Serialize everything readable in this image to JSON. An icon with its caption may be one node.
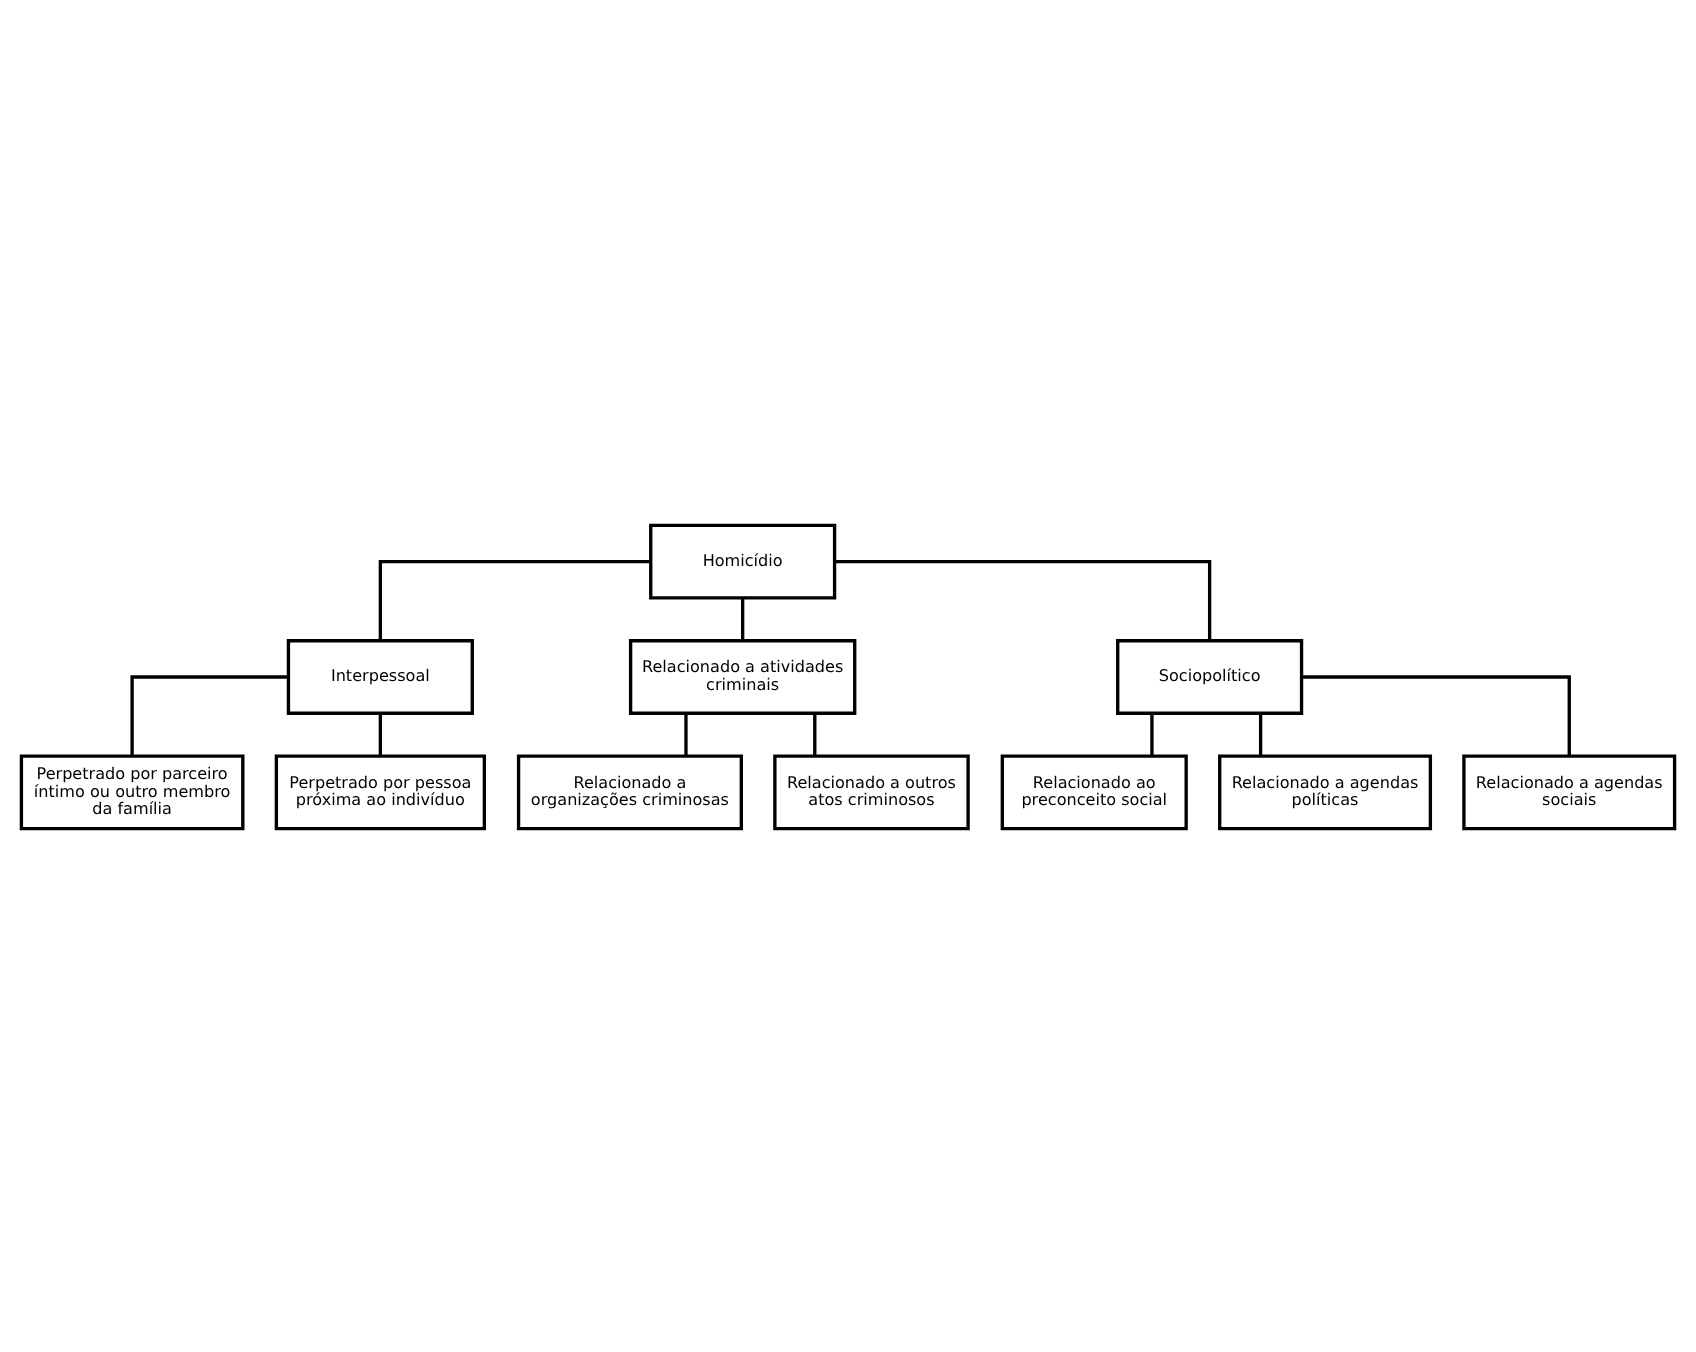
{
  "diagram": {
    "nodes": [
      {
        "text": [
          "Homicídio"
        ]
      },
      {
        "text": [
          "Interpessoal"
        ]
      },
      {
        "text": [
          "Relacionado a atividades criminais"
        ]
      },
      {
        "text": [
          "Sociopolítico"
        ]
      },
      {
        "text": [
          "Perpetrado por parceiro íntimo ou outro membro da família"
        ]
      },
      {
        "text": [
          "Perpetrado por pessoa próxima ao indivíduo"
        ]
      },
      {
        "text": [
          "Relacionado a organizações criminosas"
        ]
      },
      {
        "text": [
          "Relacionado a outros atos criminosos"
        ]
      },
      {
        "text": [
          "Relacionado ao preconceito social"
        ]
      },
      {
        "text": [
          "Relacionado a agendas políticas"
        ]
      },
      {
        "text": [
          "Relacionado a agendas sociais"
        ]
      }
    ],
    "edges": [
      {
        "from": 0,
        "to": 1,
        "arrow": "none"
      },
      {
        "from": 0,
        "to": 2,
        "arrow": "none"
      },
      {
        "from": 0,
        "to": 3,
        "arrow": "none"
      },
      {
        "from": 1,
        "to": 4,
        "arrow": "none"
      },
      {
        "from": 1,
        "to": 5,
        "arrow": "none"
      },
      {
        "from": 2,
        "to": 6,
        "arrow": "none"
      },
      {
        "from": 2,
        "to": 7,
        "arrow": "none"
      },
      {
        "from": 3,
        "to": 8,
        "arrow": "none"
      },
      {
        "from": 3,
        "to": 9,
        "arrow": "none"
      },
      {
        "from": 3,
        "to": 10,
        "arrow": "none"
      }
    ]
  }
}
